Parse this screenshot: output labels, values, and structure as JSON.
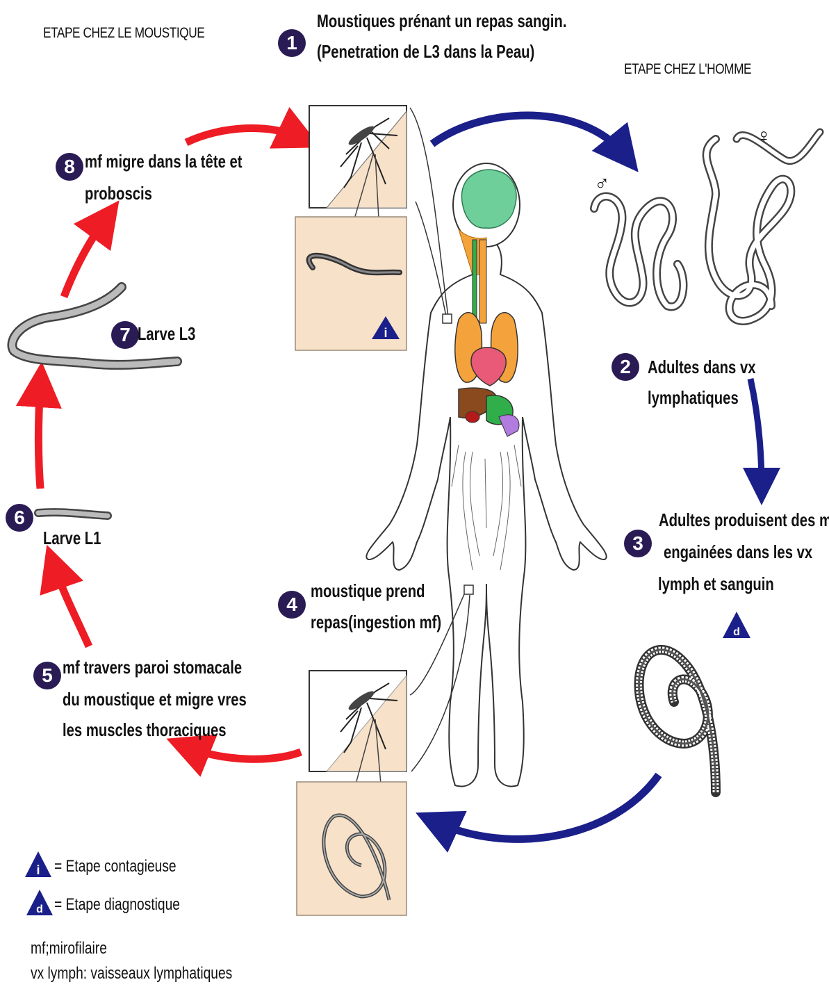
{
  "headers": {
    "mosquito_stage": "ETAPE CHEZ LE MOUSTIQUE",
    "human_stage": "ETAPE CHEZ L'HOMME"
  },
  "steps": [
    {
      "num": "1",
      "lines": [
        "Moustiques prénant un repas sangin.",
        "(Penetration de L3 dans la Peau)"
      ]
    },
    {
      "num": "2",
      "lines": [
        "Adultes dans vx",
        "lymphatiques"
      ]
    },
    {
      "num": "3",
      "lines": [
        "Adultes produisent des mf",
        "engainées dans les vx",
        "lymph et sanguin"
      ]
    },
    {
      "num": "4",
      "lines": [
        "moustique prend",
        "repas(ingestion mf)"
      ]
    },
    {
      "num": "5",
      "lines": [
        "mf travers paroi stomacale",
        "du moustique et migre vres",
        "les muscles thoraciques"
      ]
    },
    {
      "num": "6",
      "lines": [
        "Larve L1"
      ]
    },
    {
      "num": "7",
      "lines": [
        "Larve L3"
      ]
    },
    {
      "num": "8",
      "lines": [
        "mf migre dans la tête et",
        "proboscis"
      ]
    }
  ],
  "stage_markers": {
    "infective": "i",
    "diagnostic": "d"
  },
  "symbols": {
    "male": "♂",
    "female": "♀"
  },
  "legend": {
    "infective": "= Etape contagieuse",
    "diagnostic": "= Etape diagnostique"
  },
  "footnotes": [
    "mf;mirofilaire",
    "vx lymph: vaisseaux lymphatiques"
  ],
  "colors": {
    "mosquito_arrow": "#ee1c24",
    "human_arrow": "#1b1f8a",
    "number_badge": "#2a1b55",
    "panel_bg": "#f7e1c9",
    "brain": "#6ecf9a",
    "lungs": "#f4a23c",
    "heart": "#e85a78",
    "liver": "#8a4a1e",
    "stomach": "#2fae4a",
    "intestine": "#b27be0"
  }
}
